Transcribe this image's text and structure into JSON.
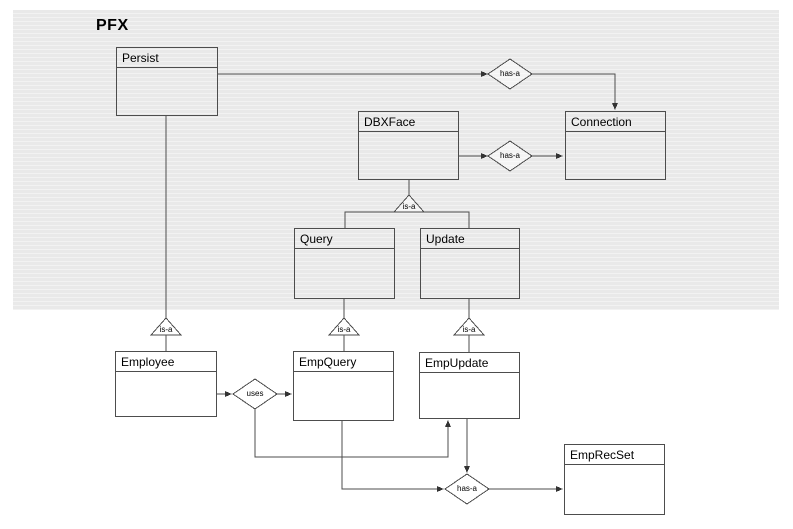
{
  "package": {
    "label": "PFX"
  },
  "classes": [
    {
      "name": "Persist"
    },
    {
      "name": "DBXFace"
    },
    {
      "name": "Connection"
    },
    {
      "name": "Query"
    },
    {
      "name": "Update"
    },
    {
      "name": "Employee"
    },
    {
      "name": "EmpQuery"
    },
    {
      "name": "EmpUpdate"
    },
    {
      "name": "EmpRecSet"
    }
  ],
  "connectors": {
    "persist_connection_hasa": "has-a",
    "dbxface_connection_hasa": "has-a",
    "dbxface_children_isa": "is-a",
    "persist_employee_isa": "is-a",
    "query_empquery_isa": "is-a",
    "update_empupdate_isa": "is-a",
    "employee_empquery_uses": "uses",
    "empupdate_emprecset_hasa": "has-a"
  },
  "colors": {
    "package_fill": "#e9e9e9",
    "line": "#4d4d4d",
    "text": "#000000",
    "background": "#ffffff"
  }
}
